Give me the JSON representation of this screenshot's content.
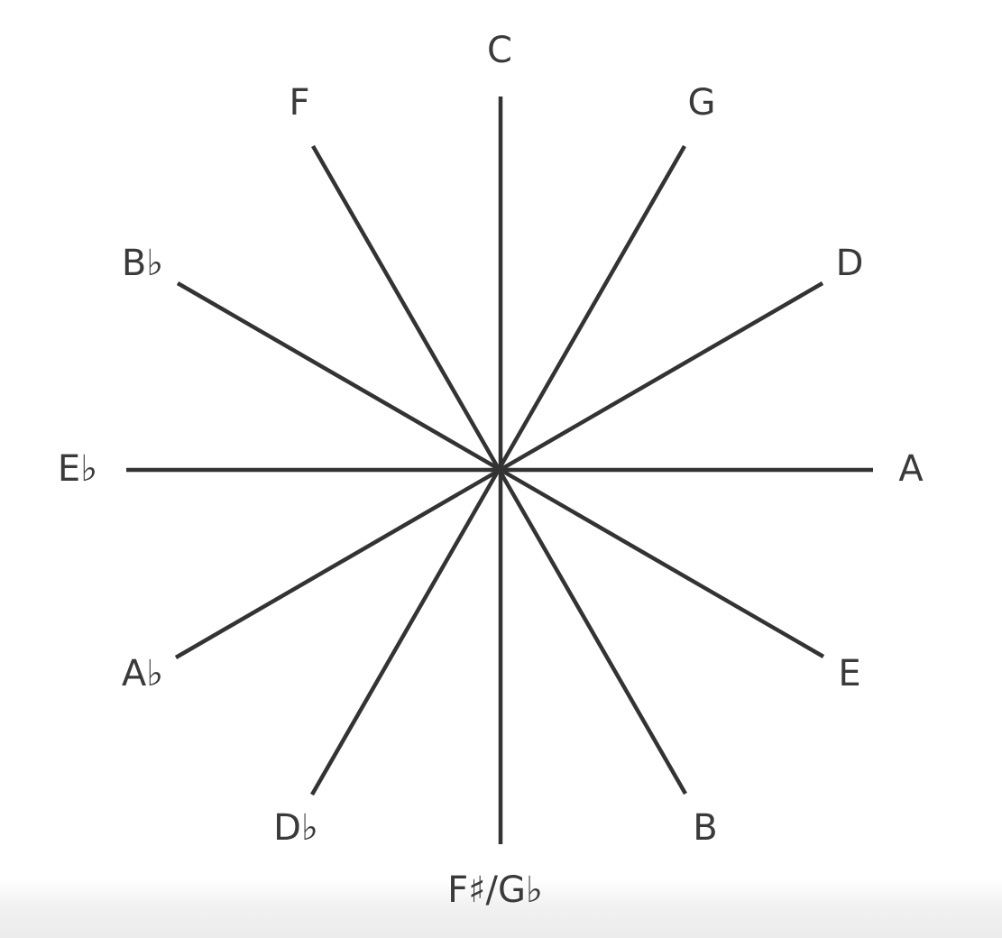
{
  "notes": [
    {
      "id": "c",
      "label": "C"
    },
    {
      "id": "g",
      "label": "G"
    },
    {
      "id": "d",
      "label": "D"
    },
    {
      "id": "a",
      "label": "A"
    },
    {
      "id": "e",
      "label": "E"
    },
    {
      "id": "b",
      "label": "B"
    },
    {
      "id": "f-sharp-g-flat",
      "label": "F♯/G♭"
    },
    {
      "id": "d-flat",
      "label": "D♭"
    },
    {
      "id": "a-flat",
      "label": "A♭"
    },
    {
      "id": "e-flat",
      "label": "E♭"
    },
    {
      "id": "b-flat",
      "label": "B♭"
    },
    {
      "id": "f",
      "label": "F"
    }
  ],
  "colors": {
    "line": "#333333",
    "text": "#3a3a3a",
    "background": "#ffffff"
  }
}
